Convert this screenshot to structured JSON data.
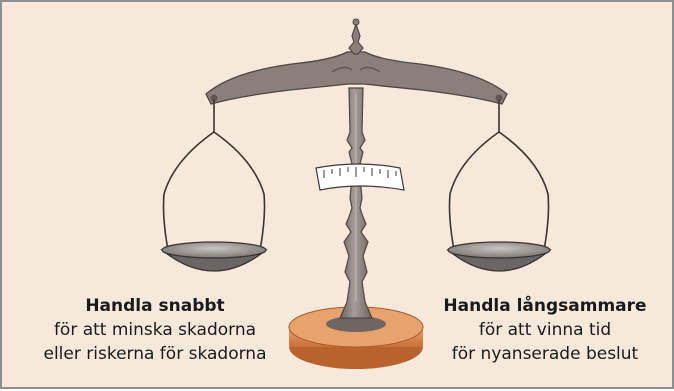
{
  "left_caption": {
    "heading": "Handla snabbt",
    "line1": "för att minska skadorna",
    "line2": "eller riskerna för skadorna"
  },
  "right_caption": {
    "heading": "Handla långsammare",
    "line1": "för att vinna tid",
    "line2": "för nyanserade beslut"
  },
  "colors": {
    "background": "#f7e8dc",
    "border": "#8e8e8e",
    "metal": "#8a7f7b",
    "metal_dark": "#5f5652",
    "base_wood": "#d9864a",
    "pan": "#9a9694"
  }
}
